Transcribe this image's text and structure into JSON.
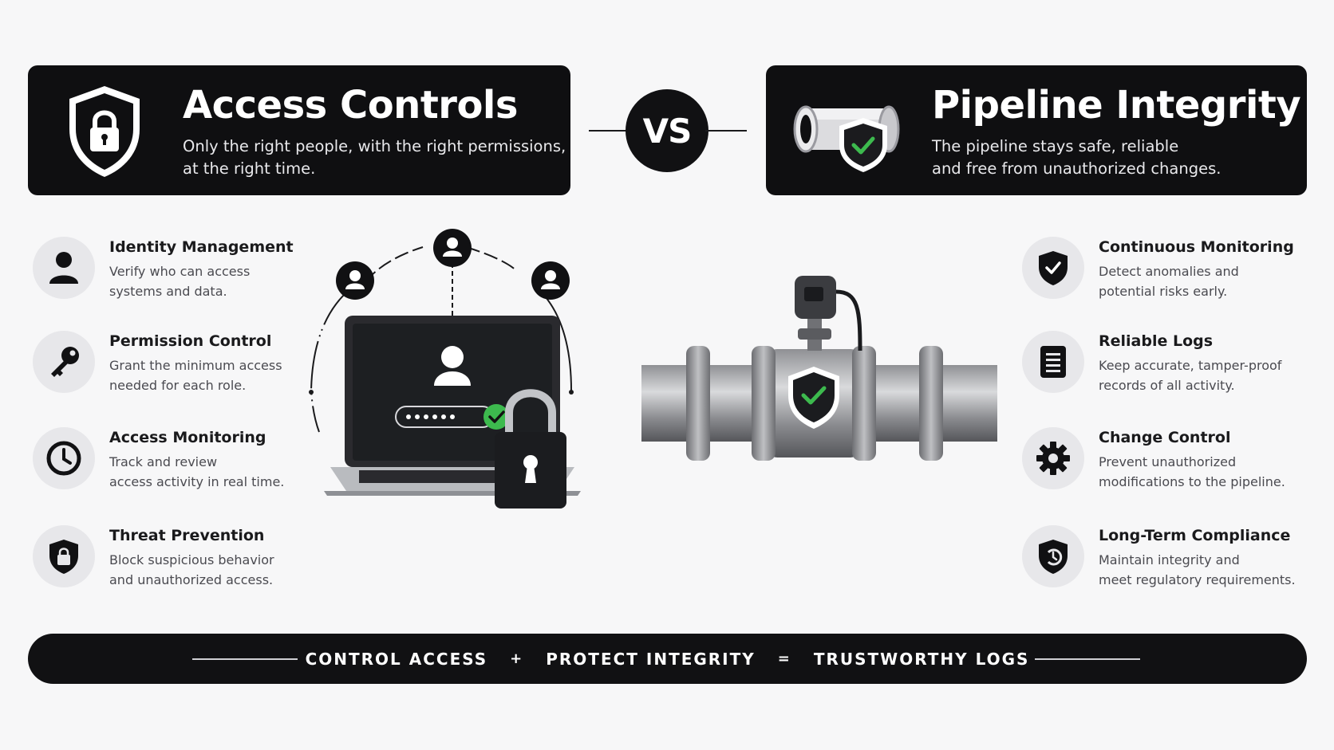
{
  "left_panel": {
    "title": "Access Controls",
    "subtitle_line1": "Only the right people, with the right permissions,",
    "subtitle_line2": "at the right time."
  },
  "vs_label": "VS",
  "right_panel": {
    "title": "Pipeline Integrity",
    "subtitle_line1": "The pipeline stays safe, reliable",
    "subtitle_line2": "and free from unauthorized changes."
  },
  "left_features": [
    {
      "icon": "user-icon",
      "title": "Identity Management",
      "desc1": "Verify who can access",
      "desc2": "systems and data."
    },
    {
      "icon": "key-icon",
      "title": "Permission Control",
      "desc1": "Grant the minimum access",
      "desc2": "needed for each role."
    },
    {
      "icon": "clock-icon",
      "title": "Access Monitoring",
      "desc1": "Track and review",
      "desc2": "access activity in real time."
    },
    {
      "icon": "shield-lock-icon",
      "title": "Threat Prevention",
      "desc1": "Block suspicious behavior",
      "desc2": "and unauthorized access."
    }
  ],
  "right_features": [
    {
      "icon": "shield-check-icon",
      "title": "Continuous Monitoring",
      "desc1": "Detect anomalies and",
      "desc2": "potential risks early."
    },
    {
      "icon": "document-icon",
      "title": "Reliable Logs",
      "desc1": "Keep accurate, tamper-proof",
      "desc2": "records of all activity."
    },
    {
      "icon": "gear-icon",
      "title": "Change Control",
      "desc1": "Prevent unauthorized",
      "desc2": "modifications to the pipeline."
    },
    {
      "icon": "shield-history-icon",
      "title": "Long-Term Compliance",
      "desc1": "Maintain integrity and",
      "desc2": "meet regulatory requirements."
    }
  ],
  "footer": {
    "part1": "CONTROL ACCESS",
    "op1": "+",
    "part2": "PROTECT INTEGRITY",
    "op2": "=",
    "part3": "TRUSTWORTHY LOGS"
  },
  "colors": {
    "panel_bg": "#0f0f11",
    "accent_green": "#3dba4e",
    "icon_circle": "#e7e7ea"
  }
}
